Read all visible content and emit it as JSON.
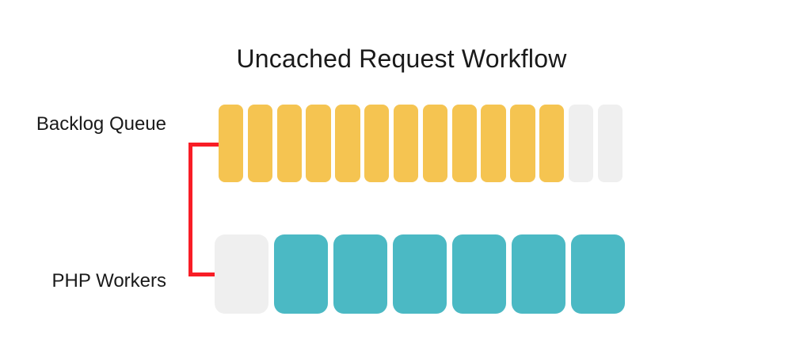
{
  "title": "Uncached Request Workflow",
  "colors": {
    "queued": "#F5C451",
    "empty": "#EFEFEF",
    "busy": "#4BB9C4",
    "connector": "#F81D26",
    "text": "#1A1A1A"
  },
  "backlog": {
    "label": "Backlog Queue",
    "queued_count": 12,
    "empty_count": 2,
    "slots": [
      "queued",
      "queued",
      "queued",
      "queued",
      "queued",
      "queued",
      "queued",
      "queued",
      "queued",
      "queued",
      "queued",
      "queued",
      "empty",
      "empty"
    ]
  },
  "workers": {
    "label": "PHP Workers",
    "idle_count": 1,
    "busy_count": 6,
    "slots": [
      "empty",
      "busy",
      "busy",
      "busy",
      "busy",
      "busy",
      "busy"
    ]
  }
}
